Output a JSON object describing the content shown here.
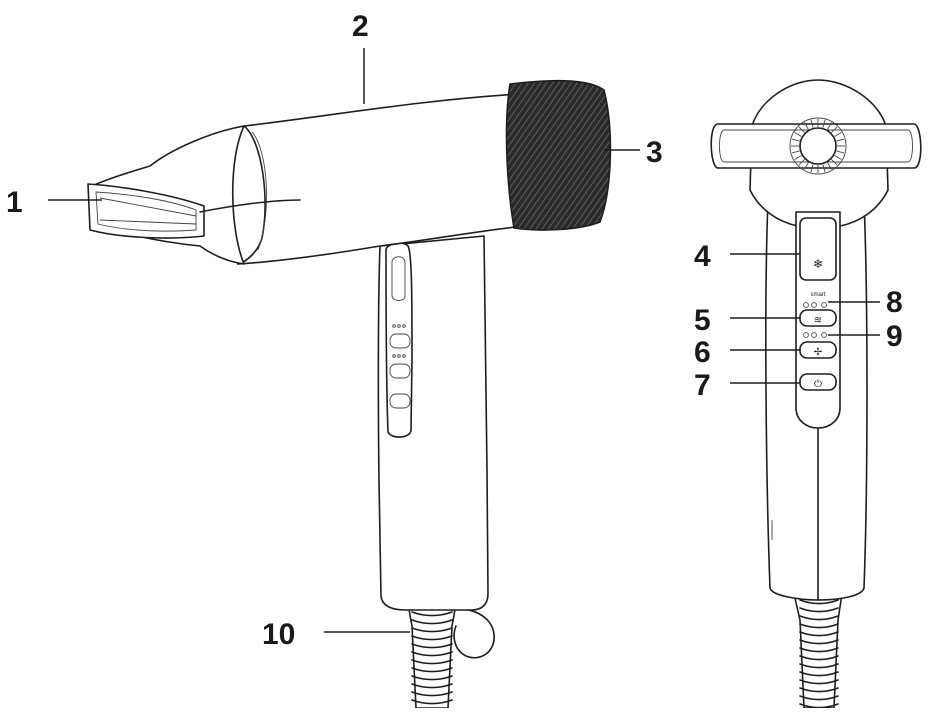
{
  "callouts": [
    {
      "id": "1",
      "label": "1"
    },
    {
      "id": "2",
      "label": "2"
    },
    {
      "id": "3",
      "label": "3"
    },
    {
      "id": "4",
      "label": "4"
    },
    {
      "id": "5",
      "label": "5"
    },
    {
      "id": "6",
      "label": "6"
    },
    {
      "id": "7",
      "label": "7"
    },
    {
      "id": "8",
      "label": "8"
    },
    {
      "id": "9",
      "label": "9"
    },
    {
      "id": "10",
      "label": "10"
    }
  ],
  "panel": {
    "indicator_caption": "smart",
    "cool_icon": "snowflake-icon",
    "heat_icon": "heat-waves-icon",
    "speed_icon": "fan-icon",
    "power_icon": "power-icon"
  },
  "colors": {
    "outline": "#1e1e1e",
    "background": "#ffffff"
  }
}
